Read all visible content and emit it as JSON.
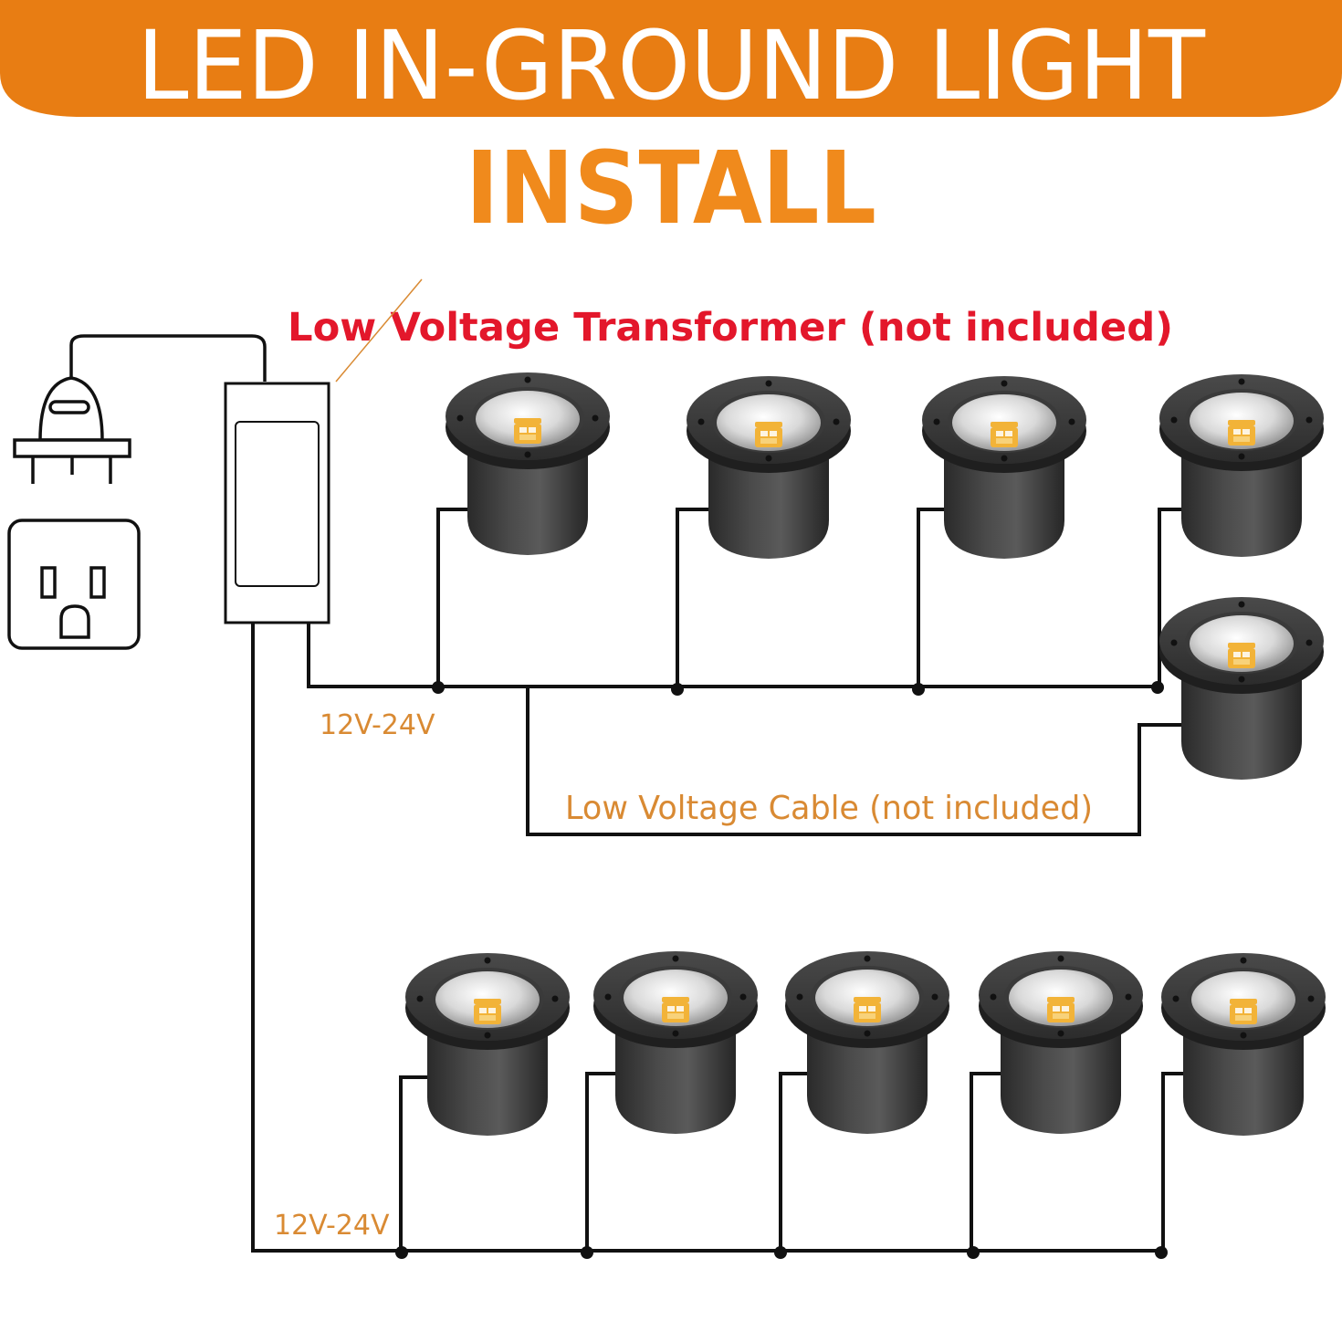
{
  "banner": {
    "title": "LED IN-GROUND LIGHT",
    "subtitle": "INSTALL",
    "background_color": "#E87D13",
    "title_color": "#FFFFFF",
    "subtitle_color": "#F08A1C"
  },
  "labels": {
    "transformer": "Low Voltage Transformer (not included)",
    "voltage_top": "12V-24V",
    "cable": "Low Voltage Cable (not included)",
    "voltage_bottom": "12V-24V"
  },
  "colors": {
    "red_label": "#E3172B",
    "orange_label": "#D98A33",
    "wire": "#111111",
    "light_body": "#3A3A3A",
    "led_chip": "#F2B338"
  },
  "icons": {
    "plug": "power-plug-icon",
    "outlet": "wall-outlet-icon",
    "transformer": "transformer-box-icon",
    "light": "in-ground-light-icon"
  },
  "counts": {
    "top_row_lights": 4,
    "branch_lights": 1,
    "bottom_row_lights": 5
  }
}
